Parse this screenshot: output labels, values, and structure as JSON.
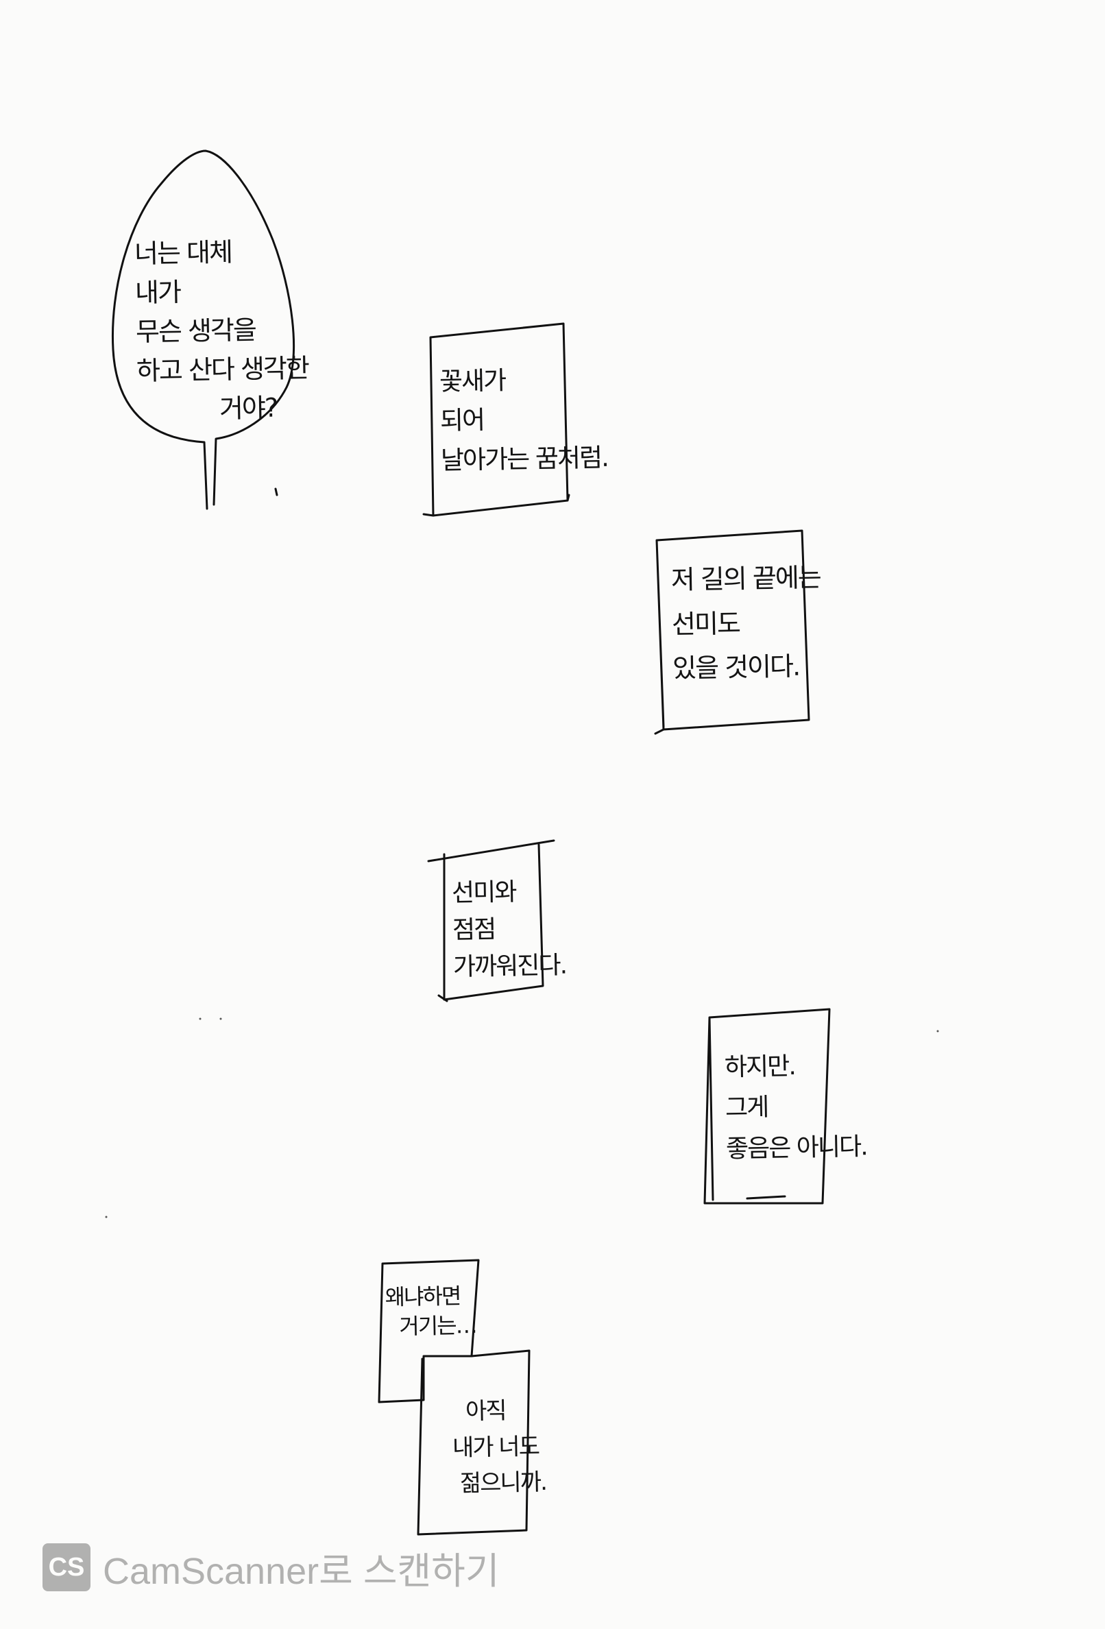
{
  "bubble": {
    "lines": [
      "너는 대체",
      "내가",
      "무슨 생각을",
      "하고 산다 생각한",
      "거야?"
    ]
  },
  "panels": [
    {
      "lines": [
        "꽃새가",
        "되어",
        "날아가는 꿈처럼."
      ]
    },
    {
      "lines": [
        "저 길의 끝에는",
        "선미도",
        "있을 것이다."
      ]
    },
    {
      "lines": [
        "선미와",
        "점점",
        "가까워진다."
      ]
    },
    {
      "lines": [
        "하지만.",
        "그게",
        "좋음은 아니다."
      ]
    },
    {
      "lines": [
        "왜냐하면",
        "거기는…"
      ]
    },
    {
      "lines": [
        "아직",
        "내가 너도",
        "젊으니까."
      ]
    }
  ],
  "watermark": {
    "logo_text": "CS",
    "text": "CamScanner로 스캔하기",
    "icon": "camscanner-logo-icon"
  }
}
